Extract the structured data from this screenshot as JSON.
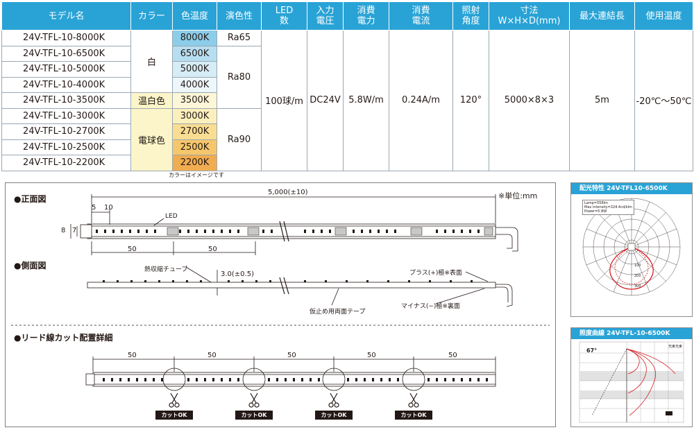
{
  "table": {
    "headers": {
      "model": "モデル名",
      "color": "カラー",
      "temp": "色温度",
      "cri": "演色性",
      "led_count": "LED\n数",
      "input": "入力\n電圧",
      "power": "消費\n電力",
      "current": "消費\n電流",
      "angle": "照射\n角度",
      "size": "寸法\nW×H×D(mm)",
      "max_link": "最大連結長",
      "temp_range": "使用温度"
    },
    "rows": [
      {
        "model": "24V-TFL-10-8000K",
        "temp": "8000K"
      },
      {
        "model": "24V-TFL-10-6500K",
        "temp": "6500K"
      },
      {
        "model": "24V-TFL-10-5000K",
        "temp": "5000K"
      },
      {
        "model": "24V-TFL-10-4000K",
        "temp": "4000K"
      },
      {
        "model": "24V-TFL-10-3500K",
        "temp": "3500K"
      },
      {
        "model": "24V-TFL-10-3000K",
        "temp": "3000K"
      },
      {
        "model": "24V-TFL-10-2700K",
        "temp": "2700K"
      },
      {
        "model": "24V-TFL-10-2500K",
        "temp": "2500K"
      },
      {
        "model": "24V-TFL-10-2200K",
        "temp": "2200K"
      }
    ],
    "color_groups": [
      "白",
      "温白色",
      "電球色"
    ],
    "cri_groups": [
      "Ra65",
      "Ra80",
      "Ra90"
    ],
    "shared": {
      "led_count": "100球/m",
      "input": "DC24V",
      "power": "5.8W/m",
      "current": "0.24A/m",
      "angle": "120°",
      "size": "5000×8×3",
      "max_link": "5m",
      "temp_range": "-20℃～50℃"
    },
    "note": "カラーはイメージです"
  },
  "drawings": {
    "front_title": "●正面図",
    "side_title": "●側面図",
    "cut_title": "●リード線カット配置詳細",
    "unit": "※単位:mm",
    "total_length": "5,000(±10)",
    "dim_5": "5",
    "dim_10": "10",
    "dim_8": "8",
    "dim_7": "7",
    "dim_50": "50",
    "led_label": "LED",
    "tube_label": "熱収縮チューブ",
    "thickness": "3.0(±0.5)",
    "plus_label": "プラス(+)極※表面",
    "tape_label": "仮止め用両面テープ",
    "minus_label": "マイナス(−)極※裏面",
    "cut_ok": "カットOK"
  },
  "light_dist": {
    "title": "配光特性 24V-TFL10-6500K",
    "lamp": "Lamp=558lm",
    "max_intensity": "Max intensity=324.4cd/klm",
    "power": "Power=5.8W",
    "ring_100": "100",
    "ring_200": "200",
    "ring_300": "300"
  },
  "illum": {
    "title": "照度曲線 24V-TFL-10-6500K",
    "angle_label": "67°",
    "corner_label": "光束光束"
  },
  "colors": {
    "header_blue": "#29a3d6",
    "curve_red": "#d62027"
  }
}
